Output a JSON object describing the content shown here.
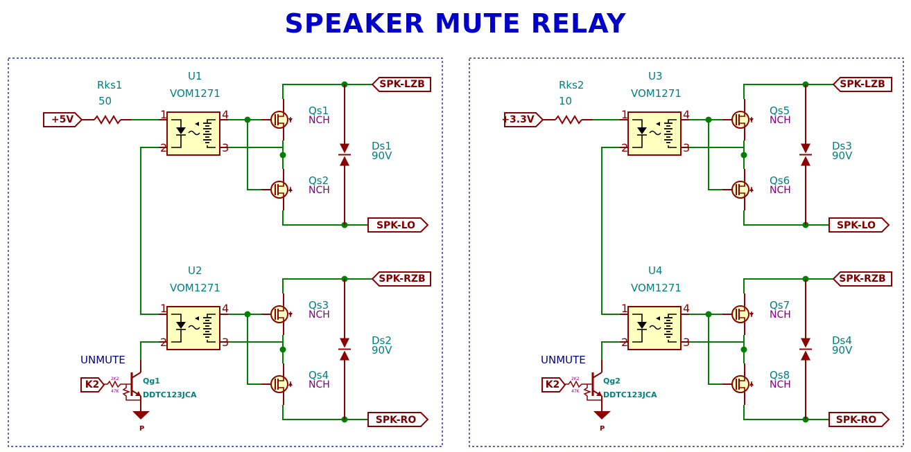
{
  "title": "SPEAKER MUTE RELAY",
  "colors": {
    "wire": "#008000",
    "component": "#8b0000",
    "body_fill": "#ffffc0",
    "ref": "#008080",
    "value": "#800080",
    "frame": "#000080",
    "title": "#0000c8"
  },
  "blocks": [
    {
      "resistor": {
        "ref": "Rks1",
        "value": "50"
      },
      "supply": "+5V",
      "upper": {
        "ref": "U1",
        "value": "VOM1271",
        "pins": {
          "p1": "1",
          "p2": "2",
          "p3": "3",
          "p4": "4"
        },
        "mos_top": {
          "ref": "Qs1",
          "value": "NCH"
        },
        "mos_bot": {
          "ref": "Qs2",
          "value": "NCH"
        },
        "diode": {
          "ref": "Ds1",
          "value": "90V"
        },
        "out_top": "SPK-LZB",
        "out_bot": "SPK-LO"
      },
      "lower": {
        "ref": "U2",
        "value": "VOM1271",
        "pins": {
          "p1": "1",
          "p2": "2",
          "p3": "3",
          "p4": "4"
        },
        "mos_top": {
          "ref": "Qs3",
          "value": "NCH"
        },
        "mos_bot": {
          "ref": "Qs4",
          "value": "NCH"
        },
        "diode": {
          "ref": "Ds2",
          "value": "90V"
        },
        "out_top": "SPK-RZB",
        "out_bot": "SPK-RO"
      },
      "transistor": {
        "ref": "Qg1",
        "value": "DDTC123JCA",
        "r1": "2K2",
        "r2": "47K"
      },
      "gnd_label": "P",
      "note": "UNMUTE",
      "input": "K2"
    },
    {
      "resistor": {
        "ref": "Rks2",
        "value": "10"
      },
      "supply": "+3.3V",
      "upper": {
        "ref": "U3",
        "value": "VOM1271",
        "pins": {
          "p1": "1",
          "p2": "2",
          "p3": "3",
          "p4": "4"
        },
        "mos_top": {
          "ref": "Qs5",
          "value": "NCH"
        },
        "mos_bot": {
          "ref": "Qs6",
          "value": "NCH"
        },
        "diode": {
          "ref": "Ds3",
          "value": "90V"
        },
        "out_top": "SPK-LZB",
        "out_bot": "SPK-LO"
      },
      "lower": {
        "ref": "U4",
        "value": "VOM1271",
        "pins": {
          "p1": "1",
          "p2": "2",
          "p3": "3",
          "p4": "4"
        },
        "mos_top": {
          "ref": "Qs7",
          "value": "NCH"
        },
        "mos_bot": {
          "ref": "Qs8",
          "value": "NCH"
        },
        "diode": {
          "ref": "Ds4",
          "value": "90V"
        },
        "out_top": "SPK-RZB",
        "out_bot": "SPK-RO"
      },
      "transistor": {
        "ref": "Qg2",
        "value": "DDTC123JCA",
        "r1": "2K2",
        "r2": "47K"
      },
      "gnd_label": "P",
      "note": "UNMUTE",
      "input": "K2"
    }
  ]
}
